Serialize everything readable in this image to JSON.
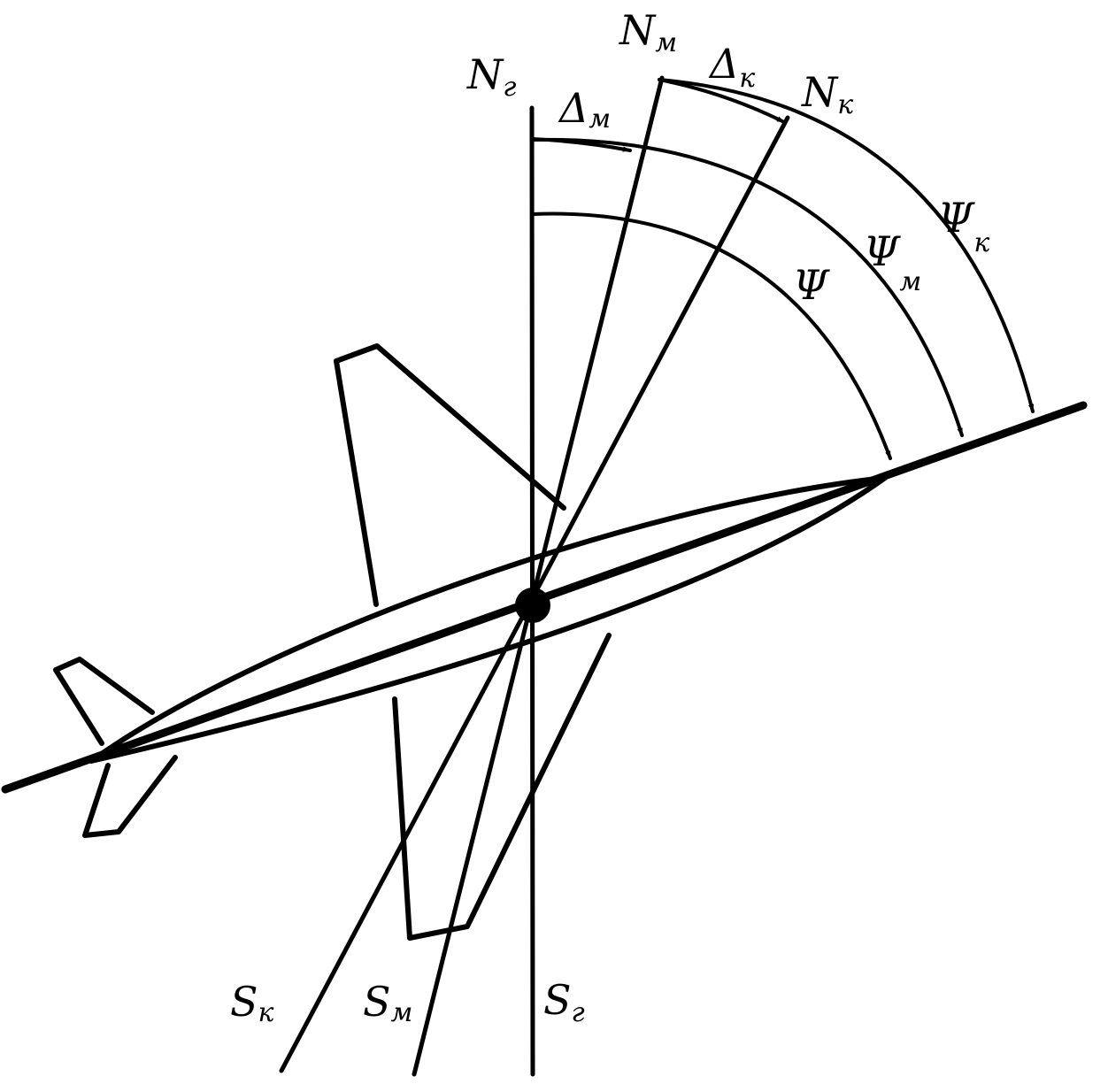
{
  "labels": {
    "n_true": {
      "main": "N",
      "sub": "г"
    },
    "n_mag": {
      "main": "N",
      "sub": "м"
    },
    "n_comp": {
      "main": "N",
      "sub": "к"
    },
    "delta_m": {
      "main": "Δ",
      "sub": "м"
    },
    "delta_k": {
      "main": "Δ",
      "sub": "к"
    },
    "psi": {
      "main": "Ψ"
    },
    "psi_m": {
      "main": "Ψ",
      "sub": "м"
    },
    "psi_k": {
      "main": "Ψ",
      "sub": "к"
    },
    "s_comp": {
      "main": "S",
      "sub": "к"
    },
    "s_mag": {
      "main": "S",
      "sub": "м"
    },
    "s_true": {
      "main": "S",
      "sub": "г"
    }
  },
  "colors": {
    "ink": "#000000",
    "paper": "#ffffff"
  },
  "icons": [
    "aircraft-silhouette",
    "arrowhead"
  ]
}
